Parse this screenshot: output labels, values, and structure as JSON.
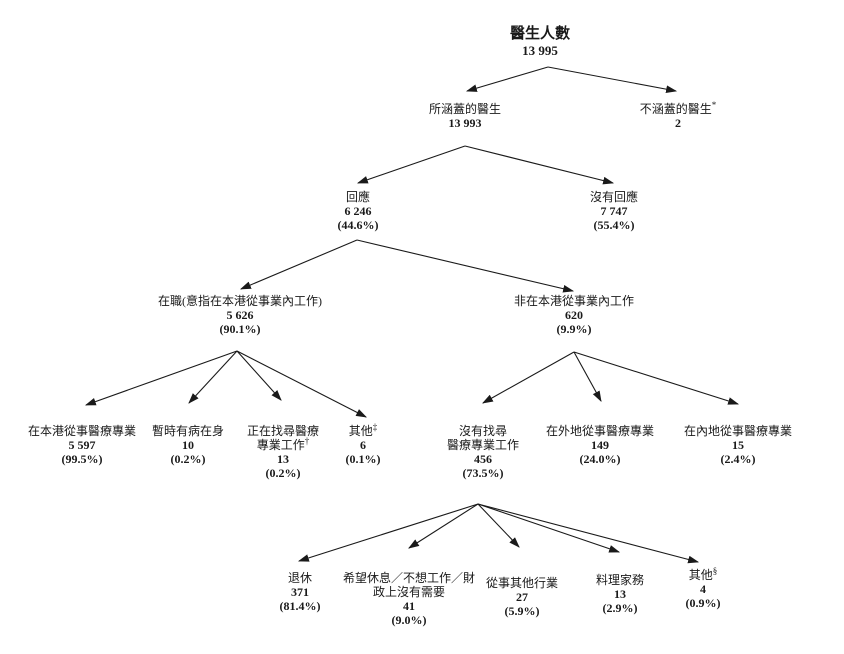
{
  "figure": {
    "nodes": {
      "total": {
        "label": "醫生人數",
        "value": "13 995"
      },
      "covered": {
        "label": "所涵蓋的醫生",
        "value": "13 993"
      },
      "not_covered": {
        "label": "不涵蓋的醫生",
        "sup": "*",
        "value": "2"
      },
      "responded": {
        "label": "回應",
        "value": "6 246",
        "pct": "(44.6%)"
      },
      "no_response": {
        "label": "沒有回應",
        "value": "7 747",
        "pct": "(55.4%)"
      },
      "working": {
        "label": "在職(意指在本港從事業內工作)",
        "value": "5 626",
        "pct": "(90.1%)"
      },
      "not_working": {
        "label": "非在本港從事業內工作",
        "value": "620",
        "pct": "(9.9%)"
      },
      "practising_hk": {
        "label": "在本港從事醫療專業",
        "value": "5 597",
        "pct": "(99.5%)"
      },
      "temp_ill": {
        "label": "暫時有病在身",
        "value": "10",
        "pct": "(0.2%)"
      },
      "seeking": {
        "label1": "正在找尋醫療",
        "label2": "專業工作",
        "sup": "†",
        "value": "13",
        "pct": "(0.2%)"
      },
      "other_active": {
        "label": "其他",
        "sup": "‡",
        "value": "6",
        "pct": "(0.1%)"
      },
      "not_seeking": {
        "label1": "沒有找尋",
        "label2": "醫療專業工作",
        "value": "456",
        "pct": "(73.5%)"
      },
      "overseas": {
        "label": "在外地從事醫療專業",
        "value": "149",
        "pct": "(24.0%)"
      },
      "mainland": {
        "label": "在內地從事醫療專業",
        "value": "15",
        "pct": "(2.4%)"
      },
      "retired": {
        "label": "退休",
        "value": "371",
        "pct": "(81.4%)"
      },
      "wish_rest": {
        "label1": "希望休息／不想工作／財",
        "label2": "政上沒有需要",
        "value": "41",
        "pct": "(9.0%)"
      },
      "other_industry": {
        "label": "從事其他行業",
        "value": "27",
        "pct": "(5.9%)"
      },
      "housework": {
        "label": "料理家務",
        "value": "13",
        "pct": "(2.9%)"
      },
      "other_bottom": {
        "label": "其他",
        "sup": "§",
        "value": "4",
        "pct": "(0.9%)"
      }
    }
  }
}
